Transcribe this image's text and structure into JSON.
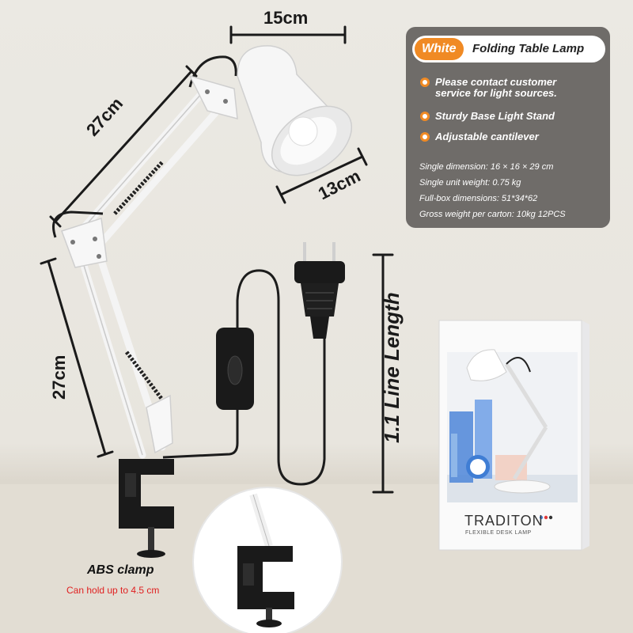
{
  "dimensions": {
    "shade_width": "15cm",
    "upper_arm": "27cm",
    "shade_depth": "13cm",
    "lower_arm": "27cm",
    "line_length": "1.1 Line Length"
  },
  "product": {
    "color_tag": "White",
    "title": "Folding Table Lamp",
    "features": [
      "Please contact customer service for light sources.",
      "Sturdy Base Light Stand",
      "Adjustable cantilever"
    ],
    "specs": [
      "Single dimension: 16 × 16 × 29 cm",
      "Single unit weight: 0.75 kg",
      "Full-box dimensions: 51*34*62",
      "Gross weight per carton: 10kg   12PCS"
    ]
  },
  "clamp": {
    "label": "ABS clamp",
    "note": "Can hold up to 4.5 cm"
  },
  "box": {
    "brand": "TRADITON",
    "subtitle": "FLEXIBLE DESK LAMP"
  },
  "colors": {
    "accent": "#f08a24",
    "panel": "#6f6c69",
    "note_red": "#e02020"
  }
}
